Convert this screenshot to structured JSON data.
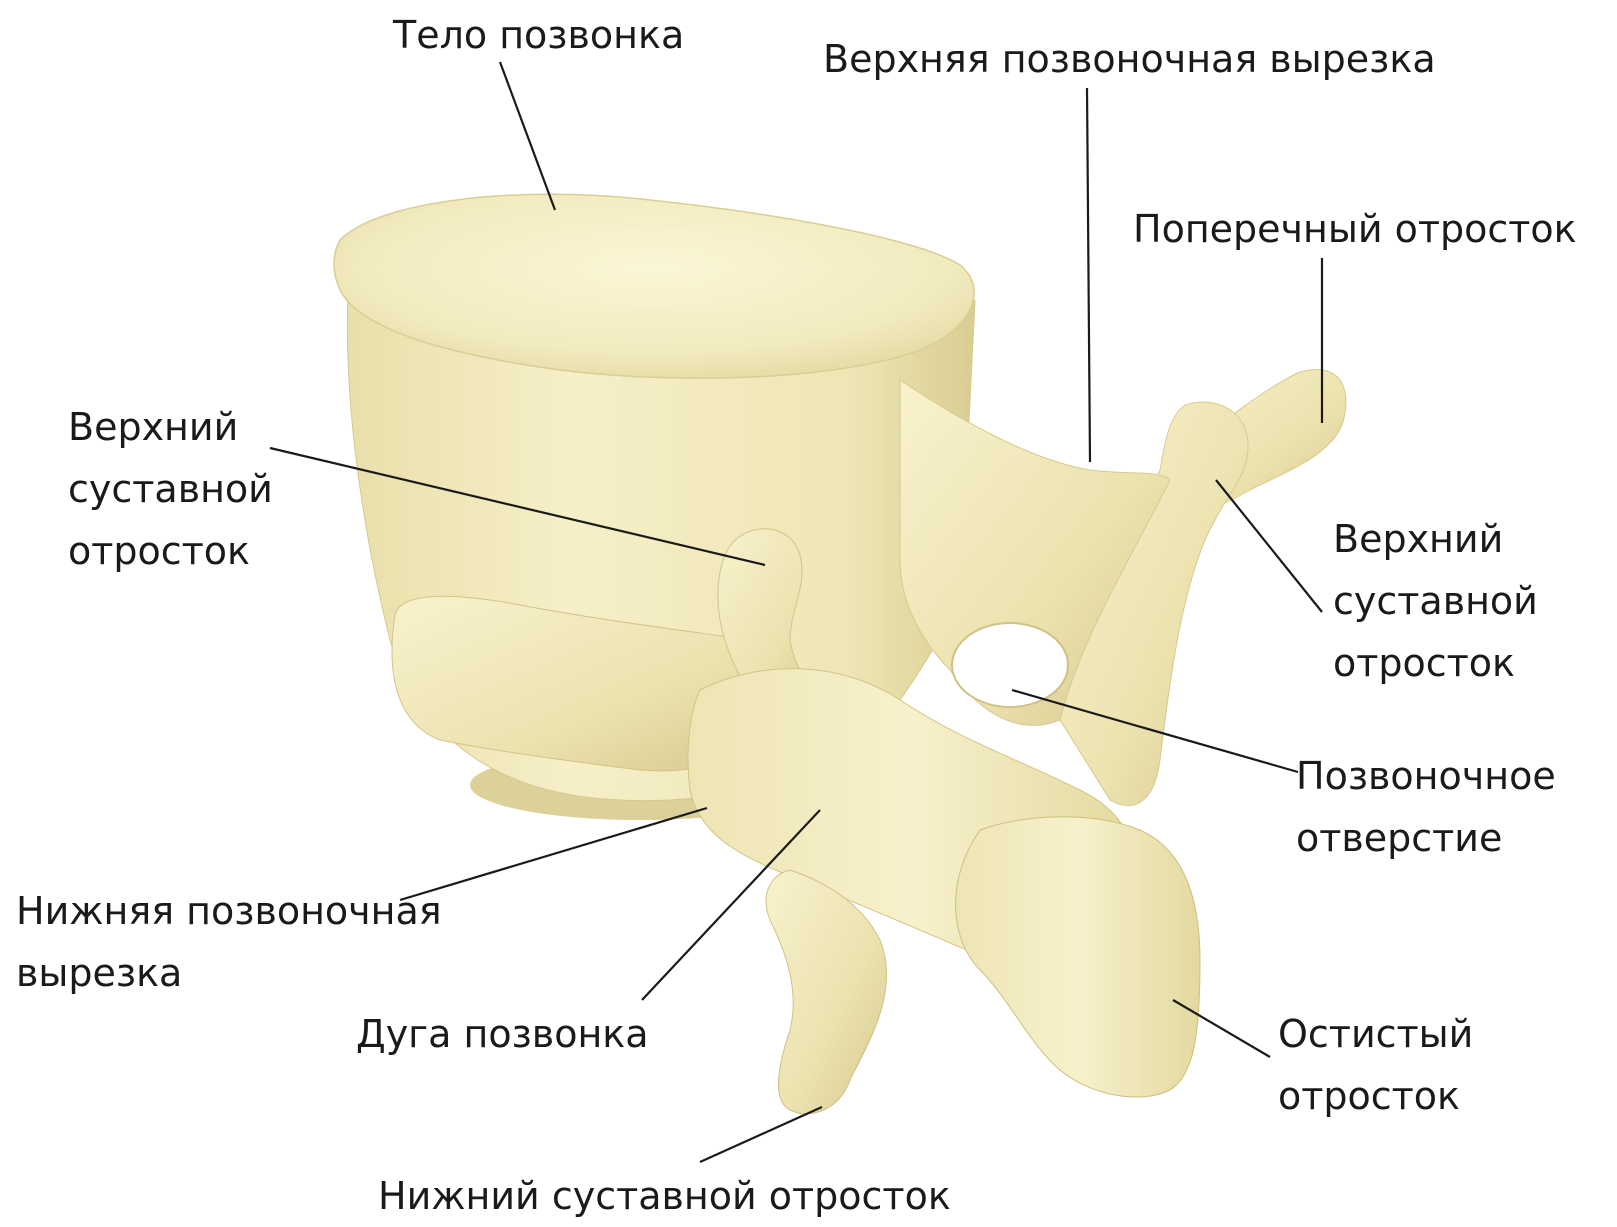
{
  "labels": {
    "vertebral_body": "Тело позвонка",
    "superior_vertebral_notch": "Верхняя позвоночная вырезка",
    "transverse_process": "Поперечный отросток",
    "superior_articular_process_left": "Верхний\nсуставной\nотросток",
    "superior_articular_process_right": "Верхний\nсуставной\nотросток",
    "vertebral_foramen": "Позвоночное\nотверстие",
    "inferior_vertebral_notch": "Нижняя позвоночная\nвырезка",
    "vertebral_arch": "Дуга позвонка",
    "spinous_process": "Остистый\nотросток",
    "inferior_articular_process": "Нижний суставной отросток"
  },
  "colors": {
    "bone_light": "#f6f0c8",
    "bone_mid": "#e8dfaa",
    "bone_shadow": "#c9bd84",
    "leader_line": "#1a1a1a",
    "text": "#1a1a1a"
  }
}
